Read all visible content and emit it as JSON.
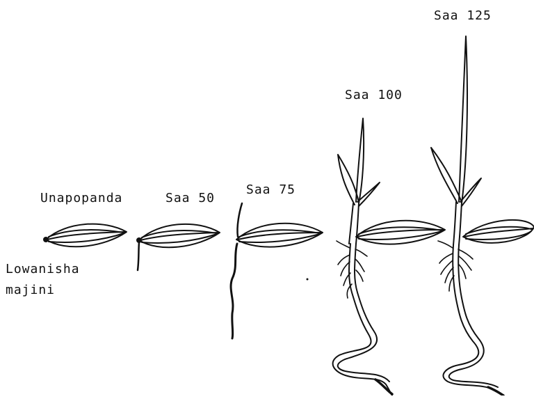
{
  "labels": {
    "stage_0": "Unapopanda",
    "stage_1": "Saa 50",
    "stage_2": "Saa 75",
    "stage_3": "Saa 100",
    "stage_4": "Saa 125",
    "radicle_line1": "Lowanisha",
    "radicle_line2": "majini"
  },
  "colors": {
    "ink": "#111111",
    "background": "#ffffff"
  }
}
